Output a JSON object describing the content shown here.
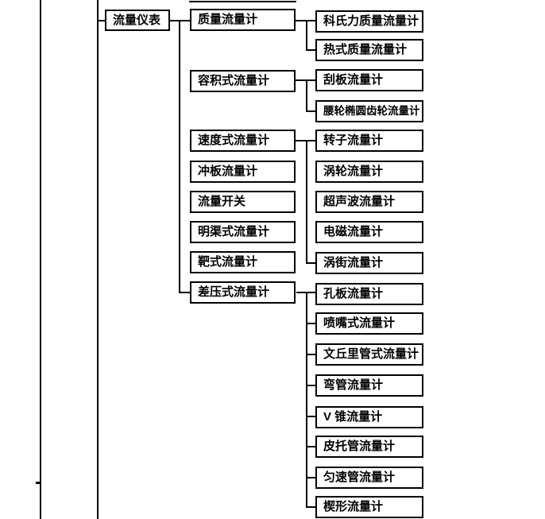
{
  "tree": {
    "root": "流量仪表",
    "groups": [
      {
        "label": "质量流量计",
        "children": [
          "科氏力质量流量计",
          "热式质量流量计"
        ]
      },
      {
        "label": "容积式流量计",
        "children": [
          "刮板流量计",
          "腰轮椭圆齿轮流量计"
        ]
      },
      {
        "label": "速度式流量计",
        "children": [
          "转子流量计",
          "涡轮流量计",
          "超声波流量计",
          "电磁流量计",
          "涡街流量计"
        ]
      },
      {
        "label": "冲板流量计",
        "children": []
      },
      {
        "label": "流量开关",
        "children": []
      },
      {
        "label": "明渠式流量计",
        "children": []
      },
      {
        "label": "靶式流量计",
        "children": []
      },
      {
        "label": "差压式流量计",
        "children": [
          "孔板流量计",
          "喷嘴式流量计",
          "文丘里管式流量计",
          "弯管流量计",
          "V 锥流量计",
          "皮托管流量计",
          "匀速管流量计",
          "楔形流量计"
        ]
      }
    ],
    "line_color": "#000000",
    "box_background": "#ffffff"
  }
}
